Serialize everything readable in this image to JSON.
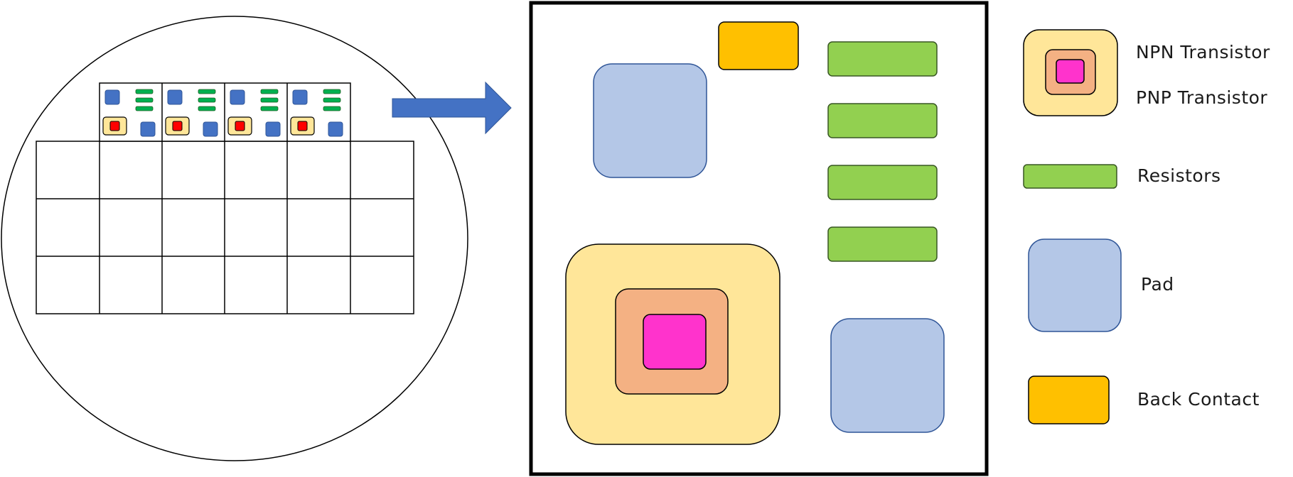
{
  "legend": {
    "npn_label": "NPN Transistor",
    "pnp_label": "PNP Transistor",
    "resistors_label": "Resistors",
    "pad_label": "Pad",
    "back_contact_label": "Back Contact"
  },
  "colors": {
    "pad": "#b4c7e7",
    "pad_stroke": "#2f5597",
    "resistor": "#92d050",
    "resistor_stroke": "#385723",
    "back_contact": "#ffc000",
    "transistor_outer": "#ffe699",
    "transistor_mid": "#f4b183",
    "transistor_inner": "#ff33cc",
    "mini_pad": "#4472c4",
    "mini_resistor": "#00b050",
    "mini_core": "#ff0000",
    "arrow": "#4472c4"
  }
}
